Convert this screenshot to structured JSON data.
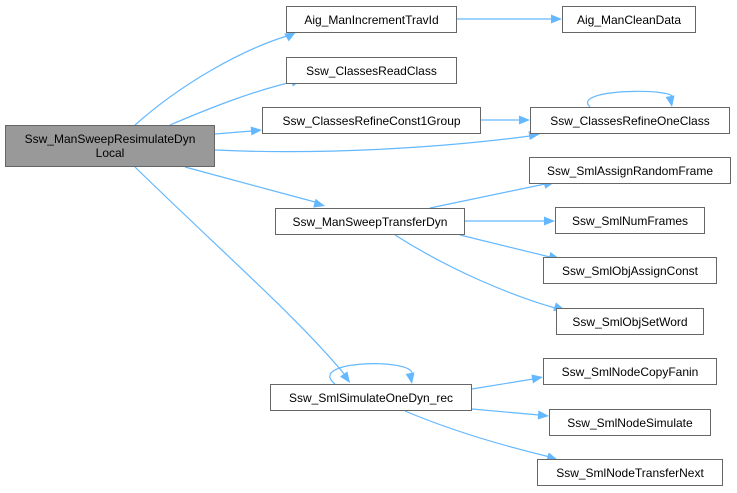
{
  "diagram": {
    "type": "call-graph",
    "edge_color": "#63b8ff",
    "root_fill": "#999999",
    "nodes": [
      {
        "id": "root",
        "label": "Ssw_ManSweepResimulateDyn\nLocal",
        "root": true
      },
      {
        "id": "aig_inc",
        "label": "Aig_ManIncrementTravId"
      },
      {
        "id": "aig_clean",
        "label": "Aig_ManCleanData"
      },
      {
        "id": "read_class",
        "label": "Ssw_ClassesReadClass"
      },
      {
        "id": "refine_const",
        "label": "Ssw_ClassesRefineConst1Group"
      },
      {
        "id": "refine_one",
        "label": "Ssw_ClassesRefineOneClass"
      },
      {
        "id": "transfer_dyn",
        "label": "Ssw_ManSweepTransferDyn"
      },
      {
        "id": "assign_rand",
        "label": "Ssw_SmlAssignRandomFrame"
      },
      {
        "id": "num_frames",
        "label": "Ssw_SmlNumFrames"
      },
      {
        "id": "assign_const",
        "label": "Ssw_SmlObjAssignConst"
      },
      {
        "id": "set_word",
        "label": "Ssw_SmlObjSetWord"
      },
      {
        "id": "sim_one",
        "label": "Ssw_SmlSimulateOneDyn_rec"
      },
      {
        "id": "copy_fanin",
        "label": "Ssw_SmlNodeCopyFanin"
      },
      {
        "id": "node_sim",
        "label": "Ssw_SmlNodeSimulate"
      },
      {
        "id": "transfer_next",
        "label": "Ssw_SmlNodeTransferNext"
      }
    ],
    "edges": [
      {
        "from": "root",
        "to": "aig_inc"
      },
      {
        "from": "aig_inc",
        "to": "aig_clean"
      },
      {
        "from": "root",
        "to": "read_class"
      },
      {
        "from": "root",
        "to": "refine_const"
      },
      {
        "from": "refine_const",
        "to": "refine_one"
      },
      {
        "from": "refine_one",
        "to": "refine_one"
      },
      {
        "from": "root",
        "to": "refine_one"
      },
      {
        "from": "root",
        "to": "transfer_dyn"
      },
      {
        "from": "transfer_dyn",
        "to": "assign_rand"
      },
      {
        "from": "transfer_dyn",
        "to": "num_frames"
      },
      {
        "from": "transfer_dyn",
        "to": "assign_const"
      },
      {
        "from": "transfer_dyn",
        "to": "set_word"
      },
      {
        "from": "root",
        "to": "sim_one"
      },
      {
        "from": "sim_one",
        "to": "sim_one"
      },
      {
        "from": "sim_one",
        "to": "copy_fanin"
      },
      {
        "from": "sim_one",
        "to": "node_sim"
      },
      {
        "from": "sim_one",
        "to": "transfer_next"
      }
    ]
  }
}
